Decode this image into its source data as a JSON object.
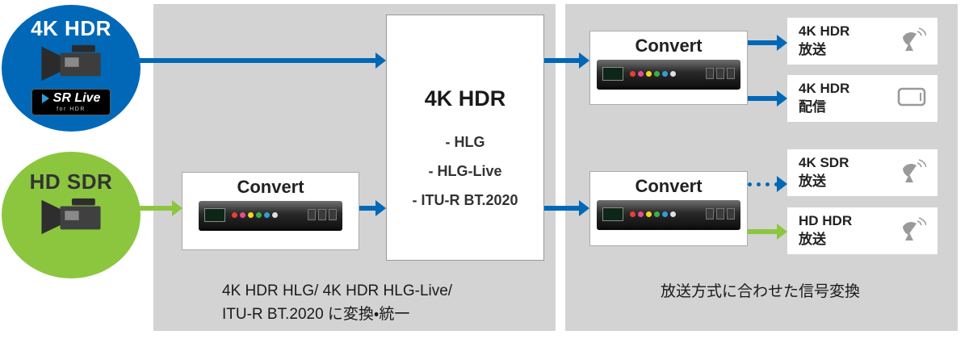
{
  "colors": {
    "blue": "#0068b7",
    "green": "#8cc63f",
    "panel_gray": "#d3d3d3"
  },
  "source_top": {
    "label": "4K HDR",
    "badge_main": "SR Live",
    "badge_sub": "for HDR"
  },
  "source_bottom": {
    "label": "HD SDR"
  },
  "hub": {
    "title": "4K HDR",
    "items": [
      "- HLG",
      "- HLG-Live",
      "- ITU-R BT.2020"
    ]
  },
  "converters": {
    "left": "Convert",
    "top_right": "Convert",
    "bottom_right": "Convert"
  },
  "outputs": [
    {
      "line1": "4K HDR",
      "line2": "放送",
      "icon": "satellite-dish-icon"
    },
    {
      "line1": "4K HDR",
      "line2": "配信",
      "icon": "mobile-device-icon"
    },
    {
      "line1": "4K SDR",
      "line2": "放送",
      "icon": "satellite-dish-icon"
    },
    {
      "line1": "HD HDR",
      "line2": "放送",
      "icon": "satellite-dish-icon"
    }
  ],
  "captions": {
    "left_line1": "4K HDR HLG/ 4K HDR HLG-Live/",
    "left_line2": "ITU-R BT.2020 に変換・統一",
    "right": "放送方式に合わせた信号変換"
  }
}
